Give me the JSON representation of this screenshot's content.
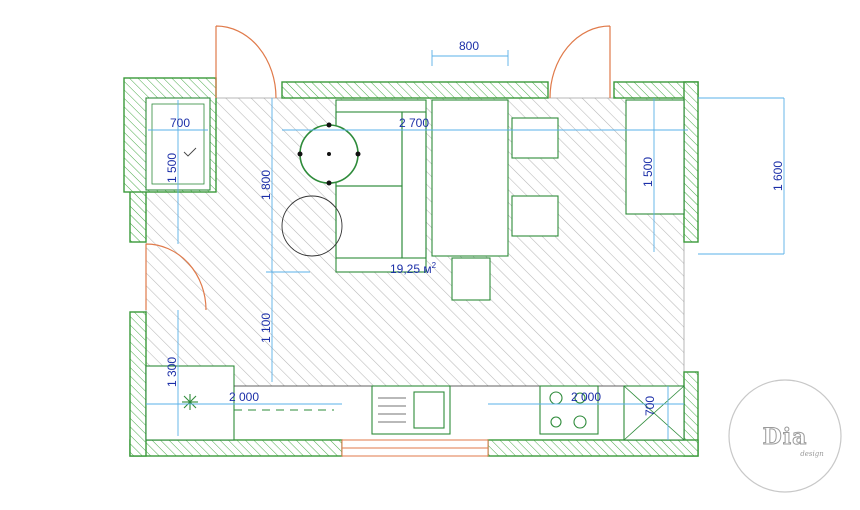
{
  "floor_area": {
    "value": "19,25 м",
    "unit_sup": "2"
  },
  "dimensions": {
    "top_gap": "800",
    "interior_width": "2 700",
    "left_cabinet_width": "700",
    "left_cabinet_depth": "1 500",
    "table_zone_depth": "1 800",
    "sofa_gap": "1 100",
    "right_bench_depth": "1 500",
    "right_outer_depth": "1 600",
    "lower_left_height": "1 300",
    "counter_left": "2 000",
    "counter_right": "2 000",
    "corner_cabinet": "700"
  },
  "watermark": {
    "brand": "Dia",
    "sub": "design"
  },
  "colors": {
    "wall": "#3a9a3a",
    "furniture": "#2e8b3a",
    "dimension": "#5ab0e8",
    "dimension_text": "#1c2fa8",
    "door": "#e07a4a",
    "floor_hatch": "#b8b8b8"
  }
}
